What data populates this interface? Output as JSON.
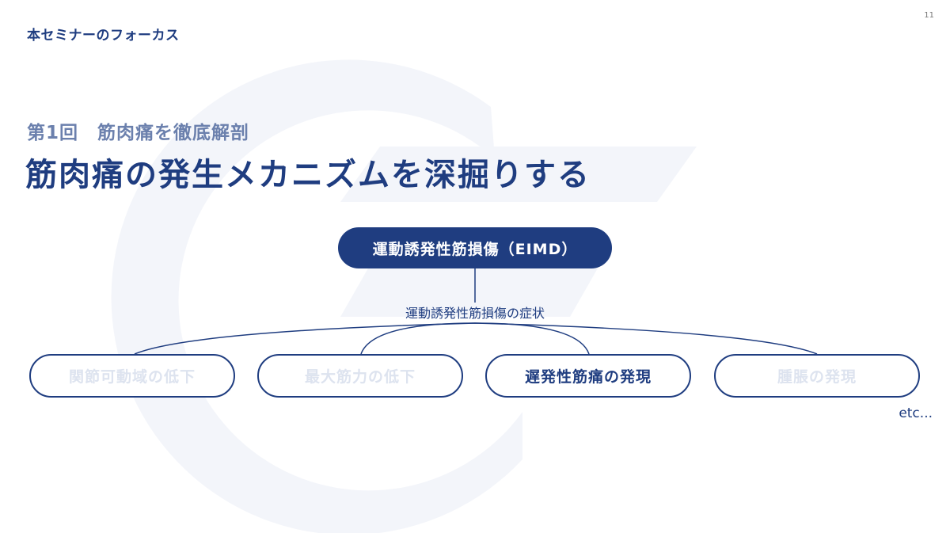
{
  "header": {
    "label": "本セミナーのフォーカス",
    "page_number": "11"
  },
  "slide": {
    "subtitle": "第1回　筋肉痛を徹底解剖",
    "title": "筋肉痛の発生メカニズムを深掘りする"
  },
  "diagram": {
    "root": "運動誘発性筋損傷（EIMD）",
    "branch_label": "運動誘発性筋損傷の症状",
    "leaves": [
      {
        "label": "関節可動域の低下",
        "highlighted": false
      },
      {
        "label": "最大筋力の低下",
        "highlighted": false
      },
      {
        "label": "遅発性筋痛の発現",
        "highlighted": true
      },
      {
        "label": "腫脹の発現",
        "highlighted": false
      }
    ],
    "etc": "etc..."
  },
  "colors": {
    "primary": "#1f3d80",
    "muted": "#6b80ad",
    "dim_text": "#dde3ef",
    "watermark": "#f3f5fa"
  }
}
